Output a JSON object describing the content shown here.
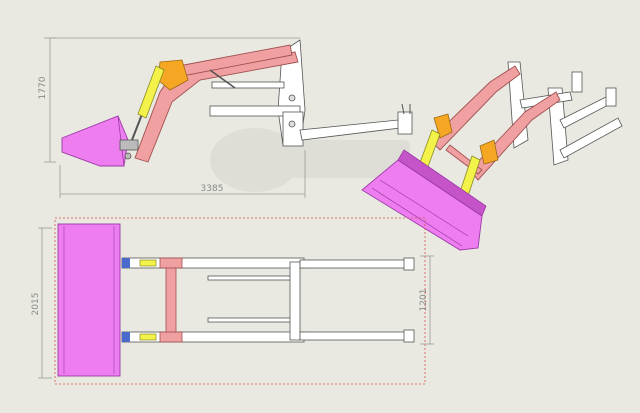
{
  "drawing": {
    "dimensions": {
      "side_height": "1770",
      "side_length": "3385",
      "plan_width": "2015",
      "plan_inner_width": "1201"
    }
  },
  "colors": {
    "background": "#e9e9e1",
    "bucket": "#ee7ef0",
    "bucket_edge": "#9b3aa6",
    "boom": "#f0a0a0",
    "boom_edge": "#a05050",
    "cylinder": "#f2f24a",
    "bracket": "#f5a623",
    "frame": "#ffffff",
    "frame_edge": "#555555",
    "dimension_line": "#9a9a9a",
    "envelope": "#d9534f"
  },
  "icons": {
    "watermark": "watermark-logo-icon"
  }
}
